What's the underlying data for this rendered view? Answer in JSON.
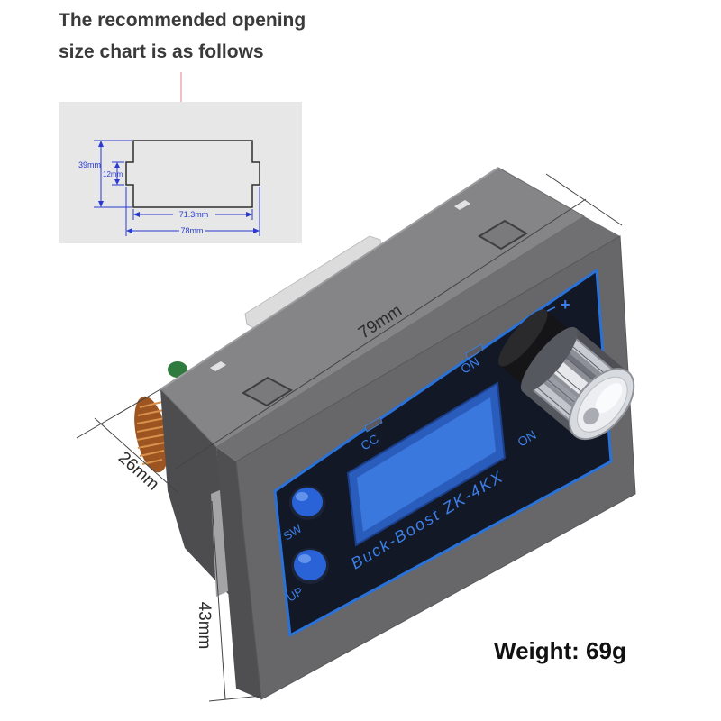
{
  "heading": {
    "line1": "The recommended opening",
    "line2": "size chart is as follows"
  },
  "opening_chart": {
    "height_label": "39mm",
    "notch_label": "12mm",
    "inner_width_label": "71.3mm",
    "outer_width_label": "78mm"
  },
  "dimensions": {
    "length_label": "79mm",
    "depth_label": "26mm",
    "height_label": "43mm"
  },
  "device": {
    "top_indicator_label": "ON",
    "cc_indicator_label": "CC",
    "model_label": "Buck-Boost ZK-4KX",
    "side_indicator_label": "ON",
    "sw_button_label": "SW",
    "up_button_label": "UP",
    "knob_plus_label": "+"
  },
  "weight": "Weight: 69g",
  "colors": {
    "device_accent_blue": "#3d7fe8",
    "dimension_blue": "#2a3ad0",
    "button_blue": "#2a63d8",
    "housing_gray": "#858588",
    "coil_copper": "#9c5420"
  }
}
